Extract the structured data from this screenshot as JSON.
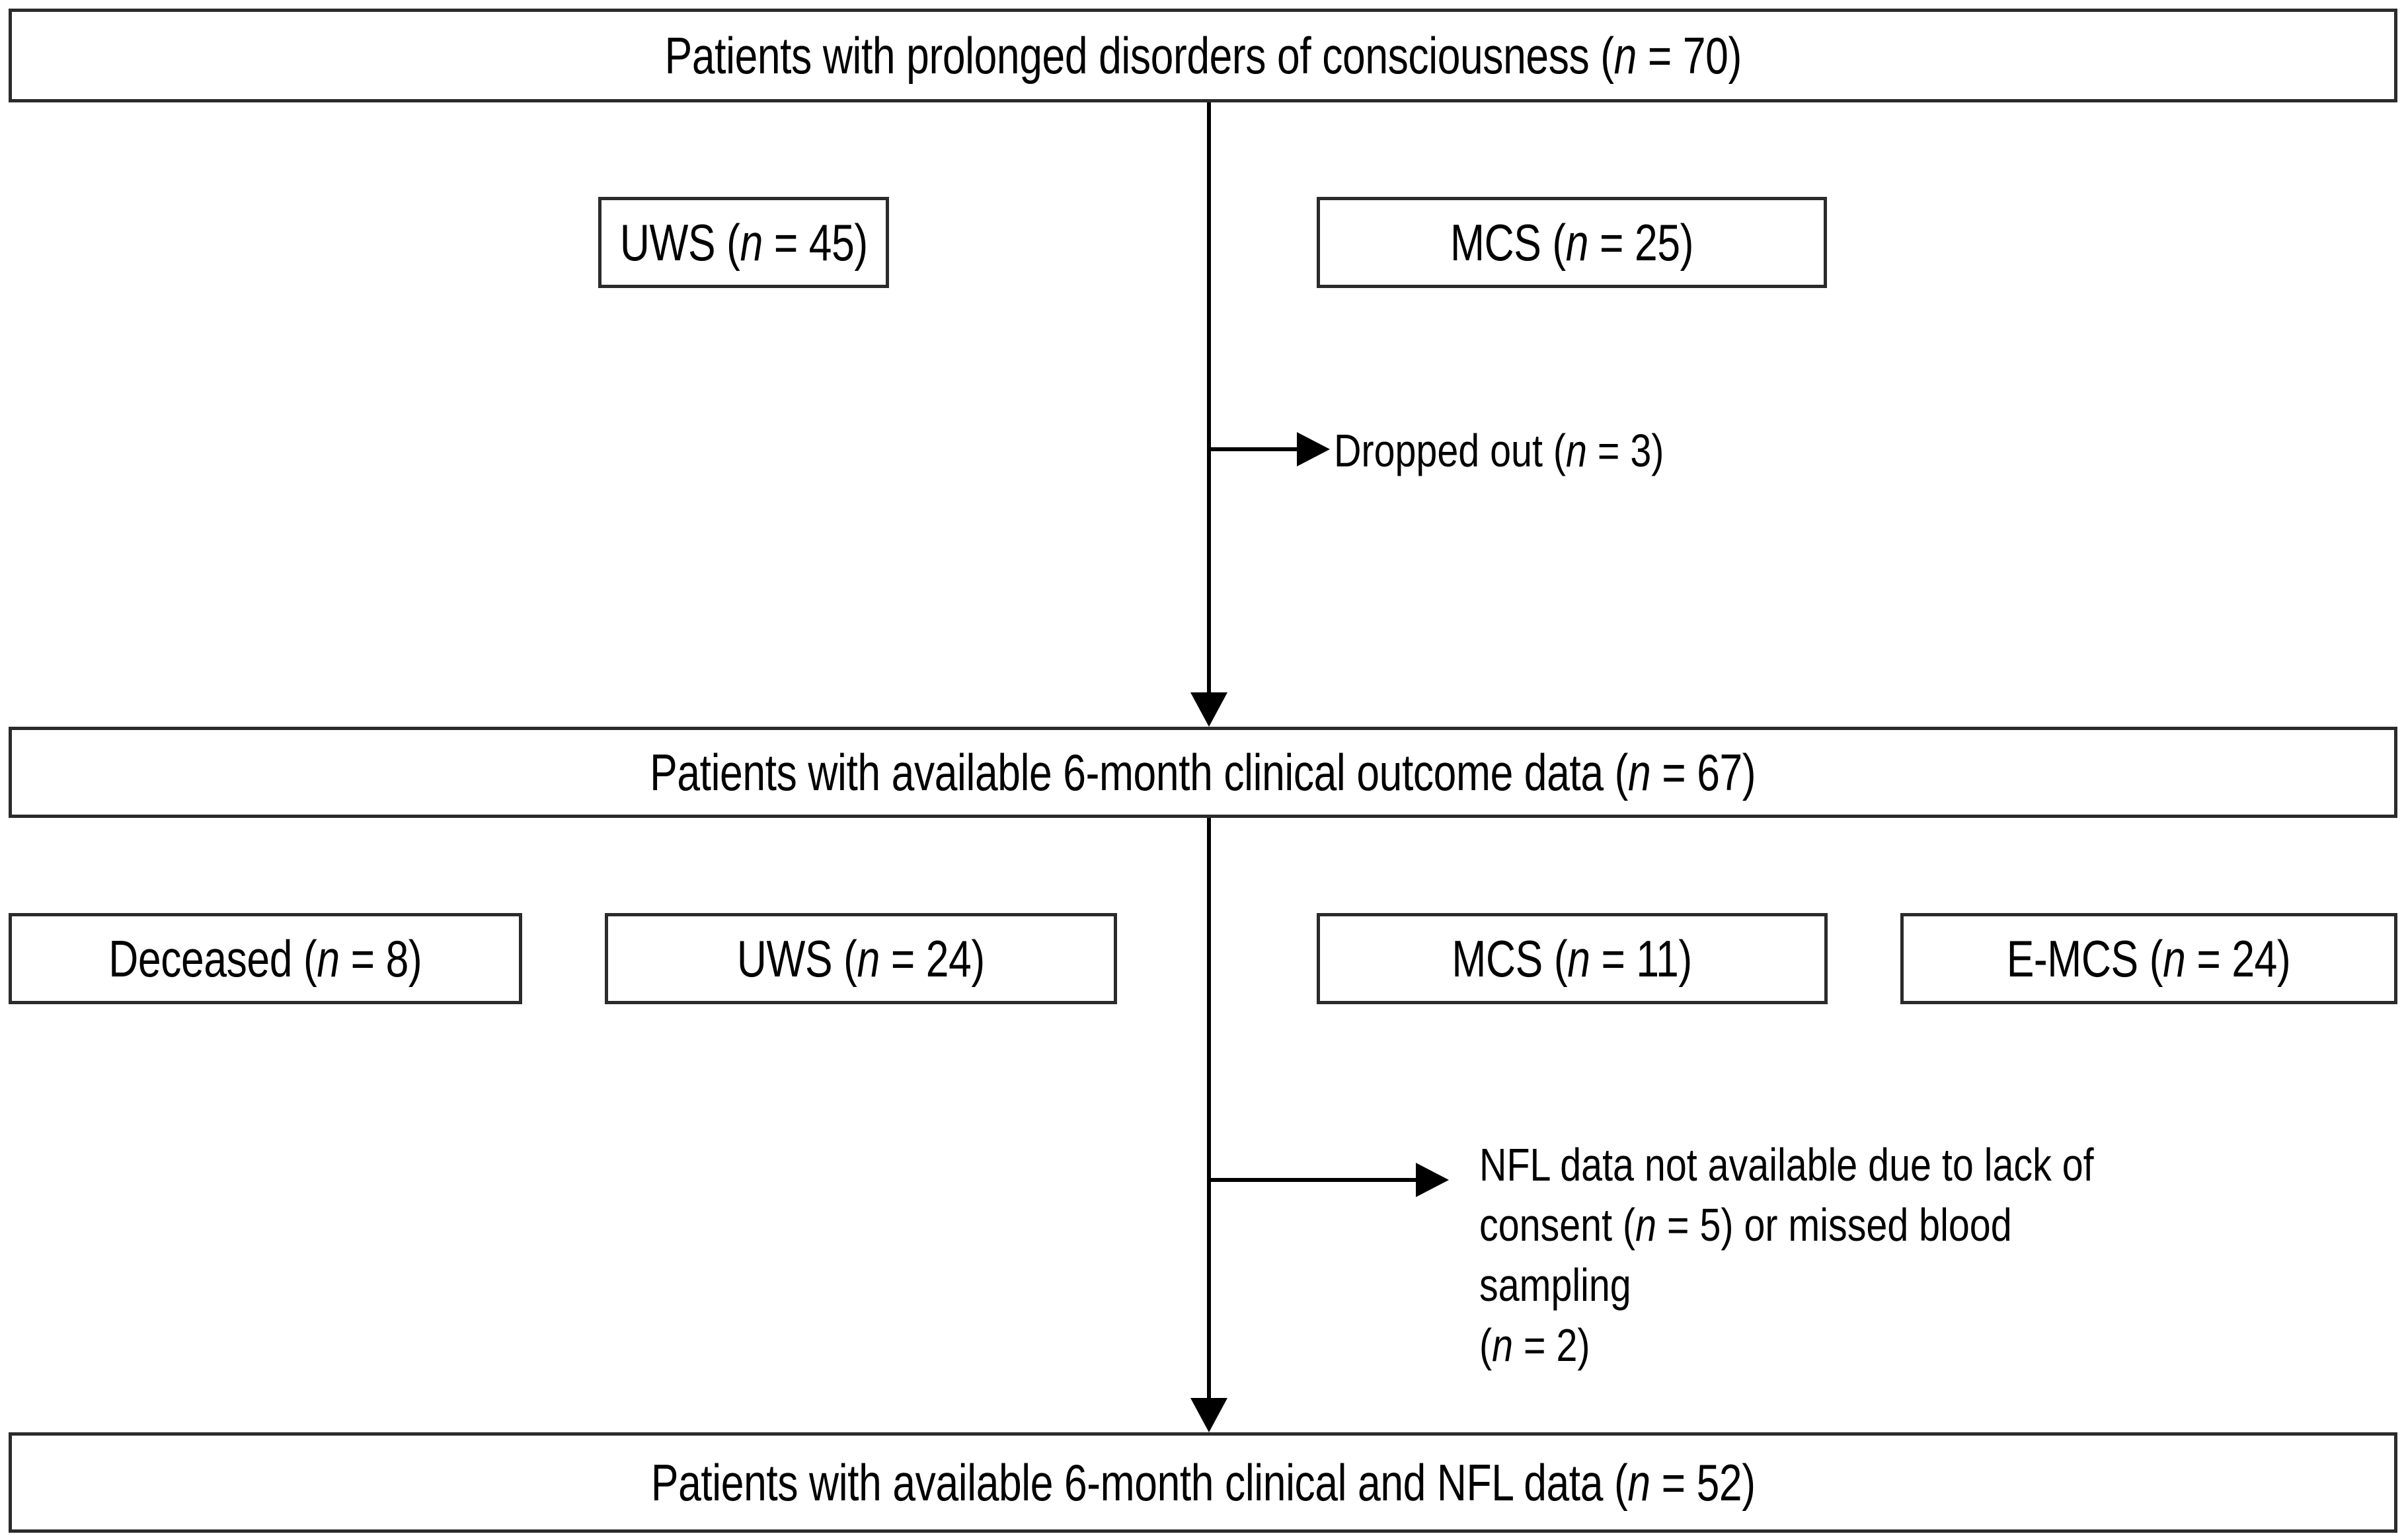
{
  "figure": {
    "type": "flowchart",
    "title": "Patient enrollment flow diagram",
    "colors": {
      "box_border": "#2b2b2b",
      "line": "#000000",
      "background": "#ffffff",
      "text": "#000000"
    }
  },
  "nodes": {
    "top": {
      "label_pre": "Patients with prolonged disorders of consciousness (",
      "label_n": "n",
      "label_post": " = 70)",
      "full": "Patients with prolonged disorders of consciousness (n = 70)",
      "count": 70
    },
    "uws_baseline": {
      "label_pre": "UWS (",
      "label_n": "n",
      "label_post": " = 45)",
      "full": "UWS (n = 45)",
      "count": 45
    },
    "mcs_baseline": {
      "label_pre": "MCS (",
      "label_n": "n",
      "label_post": " = 25)",
      "full": "MCS (n = 25)",
      "count": 25
    },
    "outcome": {
      "label_pre": "Patients with available 6-month clinical outcome data (",
      "label_n": "n",
      "label_post": " = 67)",
      "full": "Patients with available 6-month clinical outcome data (n = 67)",
      "count": 67
    },
    "deceased": {
      "label_pre": "Deceased (",
      "label_n": "n",
      "label_post": " = 8)",
      "full": "Deceased (n = 8)",
      "count": 8
    },
    "uws_followup": {
      "label_pre": "UWS (",
      "label_n": "n",
      "label_post": " = 24)",
      "full": "UWS (n = 24)",
      "count": 24
    },
    "mcs_followup": {
      "label_pre": "MCS (",
      "label_n": "n",
      "label_post": " = 11)",
      "full": "MCS (n = 11)",
      "count": 11
    },
    "emcs_followup": {
      "label_pre": "E-MCS (",
      "label_n": "n",
      "label_post": " = 24)",
      "full": "E-MCS (n = 24)",
      "count": 24
    },
    "final": {
      "label_pre": "Patients with available 6-month clinical and NFL data (",
      "label_n": "n",
      "label_post": " = 52)",
      "full": "Patients with available 6-month clinical and NFL data (n = 52)",
      "count": 52
    }
  },
  "exclusions": {
    "dropped_out": {
      "label_pre": "Dropped out (",
      "label_n": "n",
      "label_post": " = 3)",
      "full": "Dropped out (n = 3)",
      "count": 3
    },
    "nfl_missing": {
      "line1_pre": "NFL data not available due to lack of",
      "line2_pre": "consent (",
      "line2_n": "n",
      "line2_mid": " = 5) or missed blood sampling",
      "line3_pre": "(",
      "line3_n": "n",
      "line3_post": " = 2)",
      "full": "NFL data not available due to lack of consent (n = 5) or missed blood sampling (n = 2)",
      "consent_count": 5,
      "missed_sampling_count": 2
    }
  }
}
